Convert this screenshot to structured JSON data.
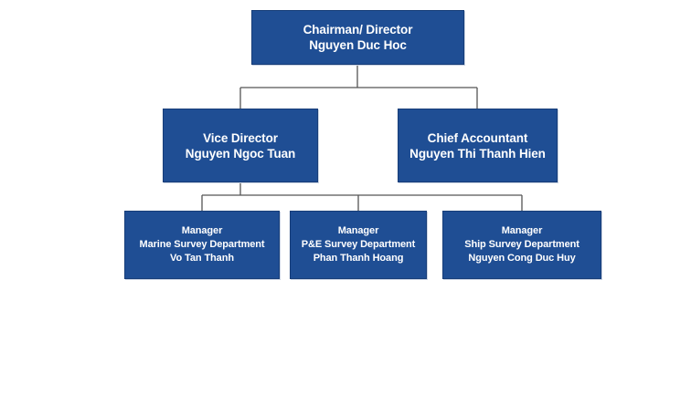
{
  "org_chart": {
    "top": {
      "role": "Chairman/ Director",
      "name": "Nguyen Duc Hoc"
    },
    "second_level": [
      {
        "role": "Vice Director",
        "name": "Nguyen Ngoc Tuan"
      },
      {
        "role": "Chief Accountant",
        "name": "Nguyen Thi Thanh Hien"
      }
    ],
    "third_level": [
      {
        "role": "Manager",
        "department": "Marine Survey Department",
        "name": "Vo Tan Thanh"
      },
      {
        "role": "Manager",
        "department": "P&E Survey Department",
        "name": "Phan Thanh Hoang"
      },
      {
        "role": "Manager",
        "department": "Ship Survey Department",
        "name": "Nguyen Cong Duc Huy"
      }
    ]
  },
  "colors": {
    "box_fill": "#1f4e94",
    "box_text": "#ffffff",
    "connector": "#555555",
    "background": "#ffffff"
  }
}
